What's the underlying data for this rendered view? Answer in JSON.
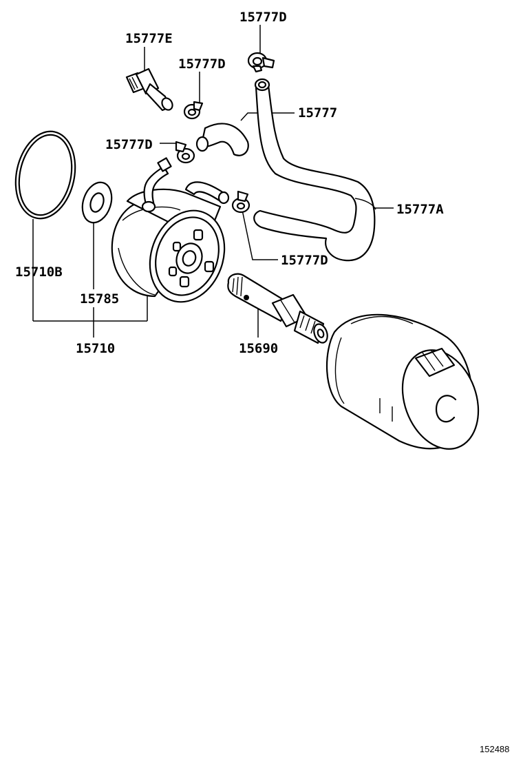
{
  "diagram": {
    "figure_number": "152488",
    "labels": {
      "hose_clip_top": "15777D",
      "union_fitting": "15777E",
      "hose_clip_upper": "15777D",
      "hose": "15777",
      "hose_clip_left": "15777D",
      "hose_main": "15777A",
      "hose_clip_lower": "15777D",
      "gasket": "15710B",
      "washer": "15785",
      "oil_cooler": "15710",
      "relief_bolt": "15690"
    }
  }
}
